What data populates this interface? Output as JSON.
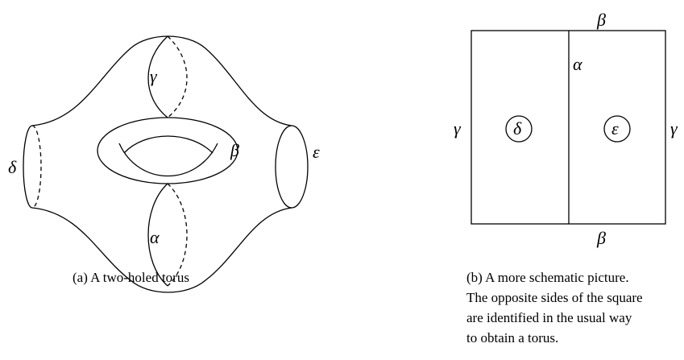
{
  "figure_a": {
    "labels": {
      "delta": "δ",
      "gamma": "γ",
      "beta": "β",
      "alpha": "α",
      "epsilon": "ε"
    },
    "caption": "(a)  A two-holed torus"
  },
  "figure_b": {
    "labels": {
      "beta_top": "β",
      "beta_bottom": "β",
      "gamma_left": "γ",
      "gamma_right": "γ",
      "alpha": "α",
      "delta": "δ",
      "epsilon": "ε"
    },
    "caption_lines": [
      "(b)  A more schematic picture.",
      "The opposite sides of the square",
      "are identified in the usual way",
      "to obtain a torus."
    ]
  }
}
